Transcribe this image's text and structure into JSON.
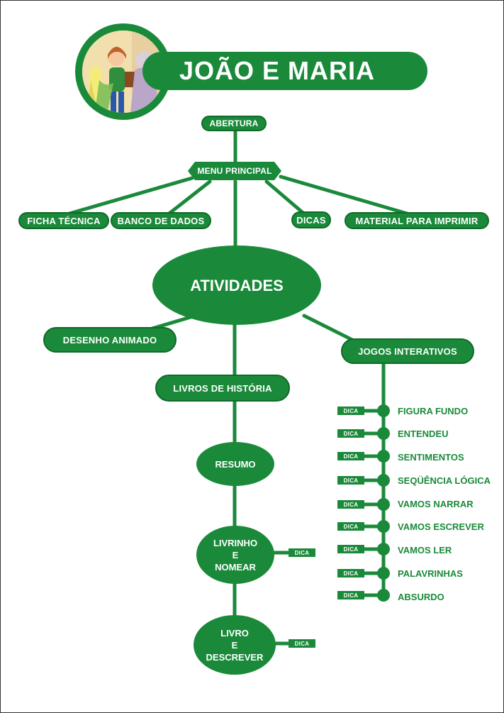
{
  "title": "JOÃO E MARIA",
  "nodes": {
    "abertura": "ABERTURA",
    "menu_principal": "MENU PRINCIPAL",
    "ficha_tecnica": "FICHA TÉCNICA",
    "banco_de_dados": "BANCO DE DADOS",
    "dicas": "DICAS",
    "material_para_imprimir": "MATERIAL PARA IMPRIMIR",
    "atividades": "ATIVIDADES",
    "desenho_animado": "DESENHO ANIMADO",
    "jogos_interativos": "JOGOS INTERATIVOS",
    "livros_de_historia": "LIVROS DE HISTÓRIA",
    "resumo": "RESUMO",
    "livrinho_nomear": [
      "LIVRINHO",
      "E",
      "NOMEAR"
    ],
    "livro_descrever": [
      "LIVRO",
      "E",
      "DESCREVER"
    ]
  },
  "dica_label": "DICA",
  "jogos": [
    "FIGURA FUNDO",
    "ENTENDEU",
    "SENTIMENTOS",
    "SEQÜÊNCIA LÓGICA",
    "VAMOS NARRAR",
    "VAMOS ESCREVER",
    "VAMOS LER",
    "PALAVRINHAS",
    "ABSURDO"
  ],
  "colors": {
    "accent": "#1a8a3a",
    "accent_dark": "#0f6a28",
    "background": "#ffffff"
  }
}
